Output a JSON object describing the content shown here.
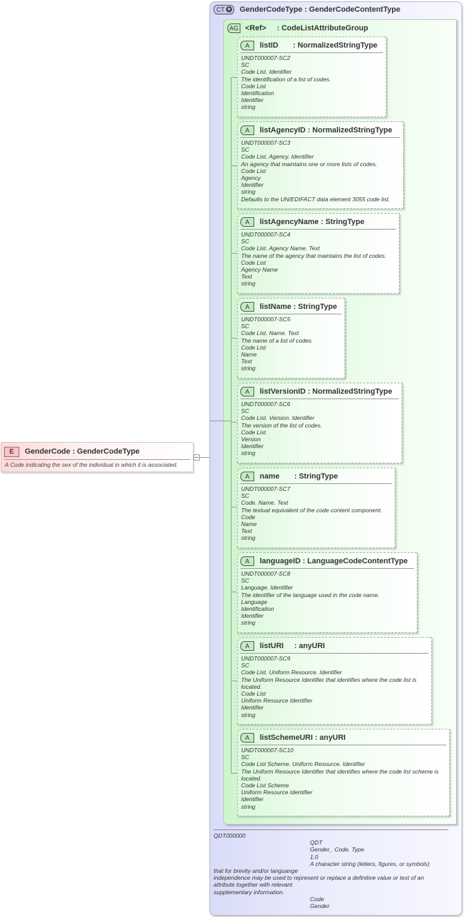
{
  "element": {
    "badge": "E",
    "title": "GenderCode : GenderCodeType",
    "documentation": "A Code indicating the sex of the individual in which it is associated."
  },
  "complex_type": {
    "badge": "CT",
    "title": "GenderCodeType : GenderCodeContentType",
    "documentation": {
      "id": "QDT000000",
      "lines_indented_1": [
        "QDT",
        "Gender_ Code. Type",
        "1.0",
        "A character string (letters, figures, or symbols)"
      ],
      "lines_full": [
        "that for brevity and/or languange",
        "independence may be used to represent or replace a definitive value or text of an",
        "attribute together with relevant",
        "supplementary information."
      ],
      "lines_indented_2": [
        "Code",
        "Gender"
      ]
    }
  },
  "attribute_group": {
    "badge": "AG",
    "title": "<Ref>     : CodeListAttributeGroup"
  },
  "attributes": [
    {
      "badge": "A",
      "title": "listID       : NormalizedStringType",
      "lines": [
        "UNDT000007-SC2",
        "SC",
        "Code List. Identifier",
        "The identification of a list of codes.",
        "Code List",
        "Identification",
        "Identifier",
        "string"
      ]
    },
    {
      "badge": "A",
      "title": "listAgencyID : NormalizedStringType",
      "lines": [
        "UNDT000007-SC3",
        "SC",
        "Code List. Agency. Identifier",
        "An agency that maintains one or more lists of codes.",
        "Code List",
        "Agency",
        "Identifier",
        "string",
        "Defaults to the UN/EDIFACT data element 3055 code list."
      ]
    },
    {
      "badge": "A",
      "title": "listAgencyName : StringType",
      "lines": [
        "UNDT000007-SC4",
        "SC",
        "Code List. Agency Name. Text",
        "The name of the agency that maintains the list of codes.",
        "Code List",
        "Agency Name",
        "Text",
        "string"
      ]
    },
    {
      "badge": "A",
      "title": "listName : StringType",
      "lines": [
        "UNDT000007-SC5",
        "SC",
        "Code List. Name. Text",
        "The name of a list of codes.",
        "Code List",
        "Name",
        "Text",
        "string"
      ]
    },
    {
      "badge": "A",
      "title": "listVersionID : NormalizedStringType",
      "lines": [
        "UNDT000007-SC6",
        "SC",
        "Code List. Version. Identifier",
        "The version of the list of codes.",
        "Code List",
        "Version",
        "Identifier",
        "string"
      ]
    },
    {
      "badge": "A",
      "title": "name       : StringType",
      "lines": [
        "UNDT000007-SC7",
        "SC",
        "Code. Name. Text",
        "The textual equivalent of the code content component.",
        "Code",
        "Name",
        "Text",
        "string"
      ]
    },
    {
      "badge": "A",
      "title": "languageID : LanguageCodeContentType",
      "lines": [
        "UNDT000007-SC8",
        "SC",
        "Language. Identifier",
        "The identifier of the language used in the code name.",
        "Language",
        "Identification",
        "Identifier",
        "string"
      ]
    },
    {
      "badge": "A",
      "title": "listURI     : anyURI",
      "lines": [
        "UNDT000007-SC9",
        "SC",
        "Code List. Uniform Resource. Identifier",
        "The Uniform Resource Identifier that identifies where the code list is located.",
        "Code List",
        "Uniform Resource Identifier",
        "Identifier",
        "string"
      ]
    },
    {
      "badge": "A",
      "title": "listSchemeURI : anyURI",
      "lines": [
        "UNDT000007-SC10",
        "SC",
        "Code List Scheme. Uniform Resource. Identifier",
        "The Uniform Resource Identifier that identifies where the code list scheme is located.",
        "Code List Scheme",
        "Uniform Resource Identifier",
        "Identifier",
        "string"
      ]
    }
  ],
  "colors": {
    "element_bg": "#ffd9d9",
    "complex_type_bg": "#d9dcf8",
    "attribute_bg": "#dbf8db"
  }
}
